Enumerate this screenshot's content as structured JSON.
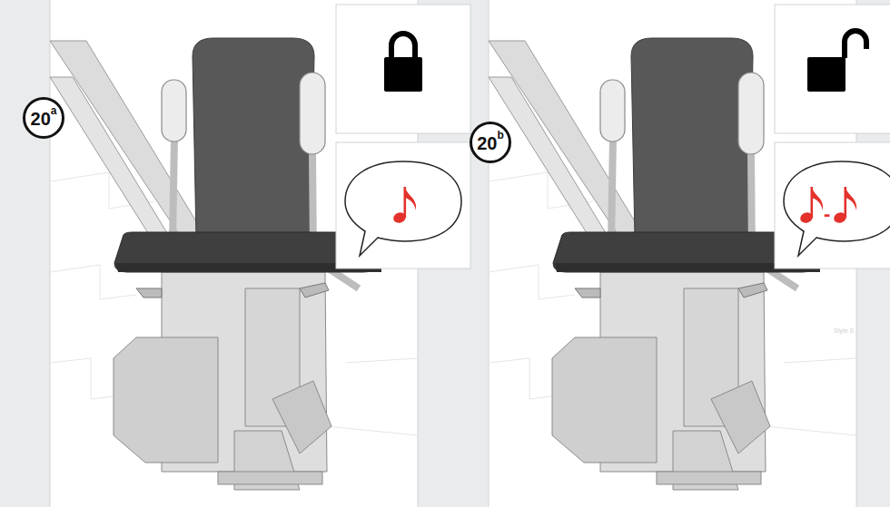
{
  "diagram": {
    "nodes": [
      {
        "text": [
          "20",
          "a"
        ]
      },
      {
        "text": [
          "20",
          "b"
        ]
      }
    ],
    "labels": [
      "-",
      "Style S"
    ]
  }
}
